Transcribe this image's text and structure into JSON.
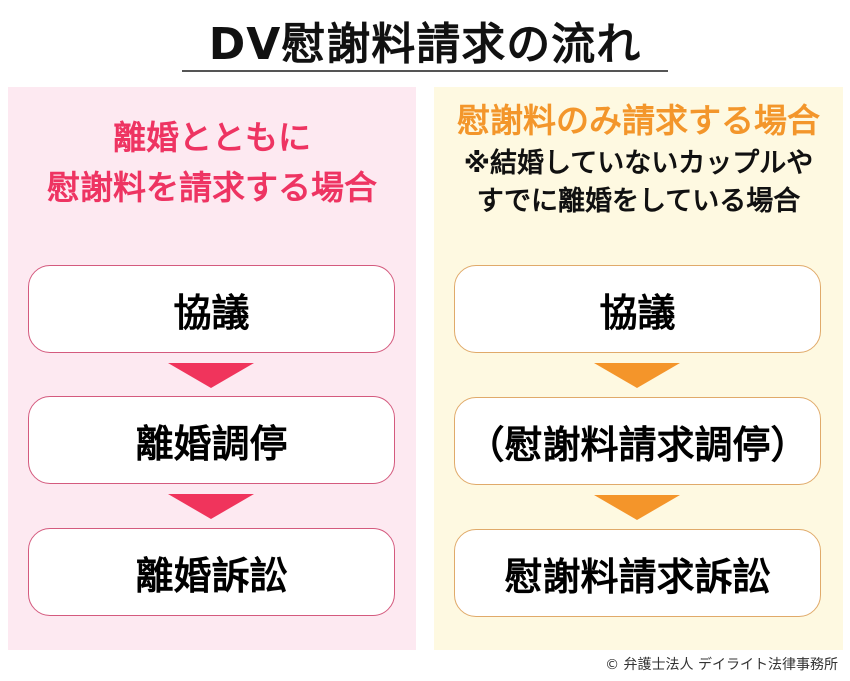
{
  "title": "DV慰謝料請求の流れ",
  "colors": {
    "left_bg": "#fde9f1",
    "left_accent": "#ee3462",
    "right_bg": "#fef9e1",
    "right_accent": "#f3962b"
  },
  "left_panel": {
    "heading_line1": "離婚とともに",
    "heading_line2": "慰謝料を請求する場合",
    "steps": [
      {
        "label": "協議"
      },
      {
        "label": "離婚調停"
      },
      {
        "label": "離婚訴訟"
      }
    ]
  },
  "right_panel": {
    "heading": "慰謝料のみ請求する場合",
    "note_line1": "※結婚していないカップルや",
    "note_line2": "すでに離婚をしている場合",
    "steps": [
      {
        "label": "協議"
      },
      {
        "label": "（慰謝料請求調停）"
      },
      {
        "label": "慰謝料請求訴訟"
      }
    ]
  },
  "credit": "© 弁護士法人 デイライト法律事務所"
}
